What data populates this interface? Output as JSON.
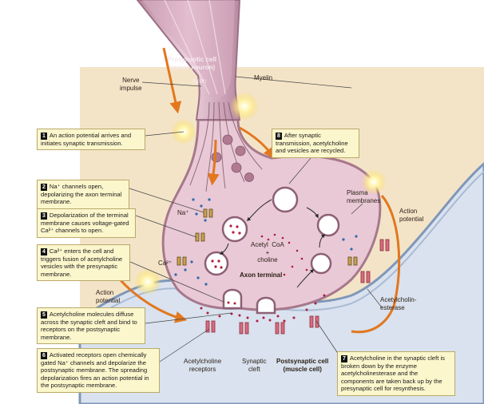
{
  "labels": {
    "presynaptic_cell": "Presynaptic cell\n(motor neuron)",
    "axon": "Axon",
    "myelin": "Myelin",
    "nerve_impulse": "Nerve\nimpulse",
    "na_plus": "Na⁺",
    "ca_2plus": "Ca²⁺",
    "plasma_membranes": "Plasma\nmembranes",
    "action_potential_right": "Action\npotential",
    "action_potential_left": "Action\npotential",
    "acetyl_coa": "Acetyl  CoA\n+\ncholine",
    "axon_terminal": "Axon terminal",
    "acetylcholinesterase": "Acetylcholin-\nesterase",
    "acetylcholine_receptors": "Acetylcholine\nreceptors",
    "synaptic_cleft": "Synaptic\ncleft",
    "postsynaptic_cell": "Postsynaptic cell\n(muscle cell)"
  },
  "steps": [
    {
      "num": "1",
      "text": "An action potential arrives and initiates synaptic transmission."
    },
    {
      "num": "2",
      "text": "Na⁺ channels open, depolarizing the axon terminal membrane."
    },
    {
      "num": "3",
      "text": "Depolarization of the terminal membrane causes voltage-gated Ca²⁺ channels to open."
    },
    {
      "num": "4",
      "text": "Ca²⁺ enters the cell and triggers fusion of acetylcholine vesicles with the presynaptic membrane."
    },
    {
      "num": "5",
      "text": "Acetylcholine molecules diffuse across the synaptic cleft and bind to receptors on the postsynaptic membrane."
    },
    {
      "num": "6",
      "text": "Activated receptors open chemically gated Na⁺ channels and depolarize the postsynaptic membrane. The spreading depolarization fires an action potential in the postsynaptic membrane."
    },
    {
      "num": "7",
      "text": "Acetylcholine in the synaptic cleft is broken down by the enzyme acetylcholinesterase and the components are taken back up by the presynaptic cell for resynthesis."
    },
    {
      "num": "8",
      "text": "After synaptic transmission, acetylcholine and vesicles are recycled."
    }
  ],
  "colors": {
    "background_tan": "#f3e4c8",
    "neuron_fill": "#e9c9d6",
    "neuron_stroke": "#a7788c",
    "muscle_fill": "#d9e2ee",
    "muscle_stroke": "#7f97b8",
    "callout_fill": "#fbf6cc",
    "arrow_orange": "#e2771e",
    "spark_yellow": "#ffe37a",
    "acetylcholine_red": "#b01c3c",
    "receptor_pink": "#d96b7e"
  }
}
